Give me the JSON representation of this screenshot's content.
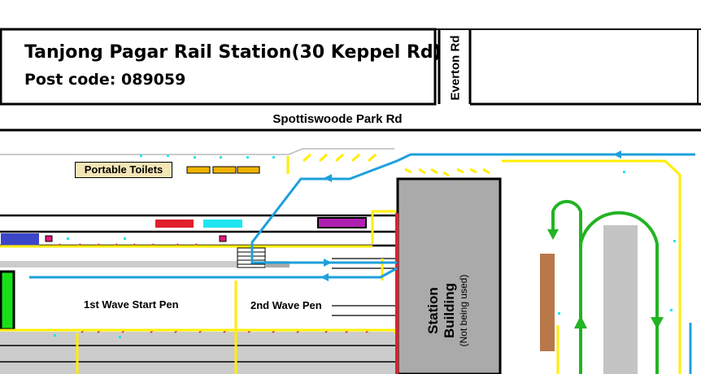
{
  "title": "Tanjong Pagar Rail Station(30 Keppel Rd)",
  "postcode": "Post code: 089059",
  "roads": {
    "everton": "Everton Rd",
    "spottiswoode": "Spottiswoode Park Rd"
  },
  "facilities": {
    "toilets": "Portable Toilets"
  },
  "pens": {
    "first": "1st Wave Start Pen",
    "second": "2nd Wave Pen"
  },
  "building": {
    "name": "Station Building",
    "note": "(Not being used)"
  },
  "colors": {
    "route_blue": "#1ea0dc",
    "route_green": "#22b422",
    "boundary_yellow": "#ffee00",
    "building_grey": "#aaaaaa",
    "track_grey": "#cccccc",
    "toilet_amber": "#f0b400",
    "red_marker": "#e0202a",
    "cyan_marker": "#1ee6f0",
    "purple_marker": "#b020b0",
    "navy_marker": "#3c46c8",
    "bright_green": "#18e018",
    "brown_block": "#b8784a"
  }
}
